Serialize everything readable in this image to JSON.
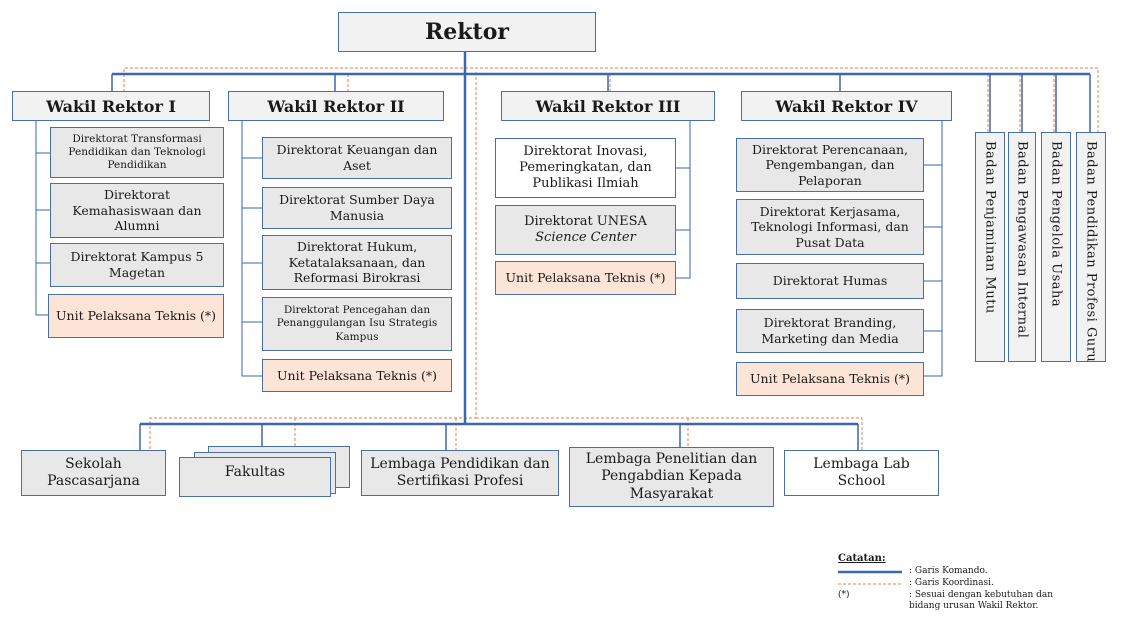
{
  "rektor": "Rektor",
  "wakil": {
    "wr1": "Wakil Rektor I",
    "wr2": "Wakil Rektor II",
    "wr3": "Wakil Rektor III",
    "wr4": "Wakil Rektor IV"
  },
  "wr1_units": [
    "Direktorat Transformasi Pendidikan dan Teknologi Pendidikan",
    "Direktorat Kemahasiswaan dan Alumni",
    "Direktorat Kampus 5 Magetan",
    "Unit Pelaksana Teknis (*)"
  ],
  "wr2_units": [
    "Direktorat Keuangan dan Aset",
    "Direktorat Sumber Daya Manusia",
    "Direktorat Hukum, Ketatalaksanaan, dan Reformasi Birokrasi",
    "Direktorat Pencegahan dan Penanggulangan Isu Strategis Kampus",
    "Unit Pelaksana Teknis (*)"
  ],
  "wr3_units": {
    "inovasi": "Direktorat Inovasi, Pemeringkatan, dan Publikasi Ilmiah",
    "unesa_line1": "Direktorat UNESA",
    "unesa_line2": "Science Center",
    "upt": "Unit Pelaksana Teknis (*)"
  },
  "wr4_units": [
    "Direktorat Perencanaan, Pengembangan, dan Pelaporan",
    "Direktorat Kerjasama, Teknologi Informasi, dan Pusat Data",
    "Direktorat Humas",
    "Direktorat Branding, Marketing dan Media",
    "Unit Pelaksana Teknis (*)"
  ],
  "badan": [
    "Badan Penjaminan Mutu",
    "Badan Pengawasan Internal",
    "Badan Pengelola Usaha",
    "Badan Pendidikan Profesi Guru"
  ],
  "bottom": [
    "Sekolah Pascasarjana",
    "Fakultas",
    "Lembaga Pendidikan dan Sertifikasi Profesi",
    "Lembaga Penelitian dan Pengabdian Kepada Masyarakat",
    "Lembaga Lab School"
  ],
  "legend": {
    "title": "Catatan",
    "komando": ": Garis Komando.",
    "koordinasi": ": Garis Koordinasi.",
    "mark": "(*)",
    "note": ": Sesuai dengan kebutuhan dan\nbidang urusan Wakil Rektor."
  },
  "colors": {
    "command_line": "#3a67b0",
    "coordination_line": "#e8804a",
    "box_border": "#4a6fa5",
    "uptd_fill": "#fce4d6"
  }
}
